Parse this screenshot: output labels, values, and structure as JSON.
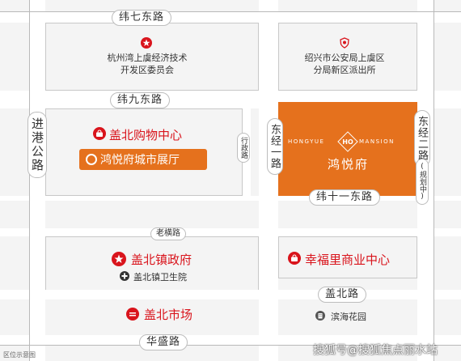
{
  "roads": {
    "weiqi": "纬七东路",
    "weijiu": "纬九东路",
    "weishiyi": "纬十一东路",
    "jingang": "进港公路",
    "dongjingyi": "东经一路",
    "dongjinger": "东经二路",
    "dongjinger_note": "(规划中)",
    "xingzheng": "行政路",
    "laoheng": "老横路",
    "gaibei": "盖北路",
    "huasheng": "华盛路"
  },
  "pois": {
    "kaifaqu": "杭州湾上虞经济技术开发区委员会",
    "kaifaqu_line1": "杭州湾上虞经济技术",
    "kaifaqu_line2": "开发区委员会",
    "police_line1": "绍兴市公安局上虞区",
    "police_line2": "分局新区派出所",
    "gaibei_mall": "盖北购物中心",
    "exhibition": "鸿悦府城市展厅",
    "gov": "盖北镇政府",
    "clinic": "盖北镇卫生院",
    "xingfuli": "幸福里商业中心",
    "market": "盖北市场",
    "binhai": "滨海花园"
  },
  "project": {
    "brand_left": "HONGYUE",
    "brand_mark": "HO",
    "brand_right": "MANSION",
    "name": "鸿悦府"
  },
  "footnote": "区位示意图",
  "watermark": "搜狐号@搜狐焦点丽水站",
  "colors": {
    "accent_orange": "#e5711d",
    "poi_red": "#d9141c",
    "road": "#ffffff",
    "background": "#f4f4f4"
  },
  "icons": {
    "kaifaqu": "red-star-pin-icon",
    "police": "police-badge-icon",
    "mall": "shopping-bag-icon",
    "exhibition": "ring-icon",
    "gov": "red-star-icon",
    "clinic": "medical-cross-icon",
    "xingfuli": "shopping-bag-icon",
    "market": "market-icon",
    "binhai": "building-icon"
  }
}
